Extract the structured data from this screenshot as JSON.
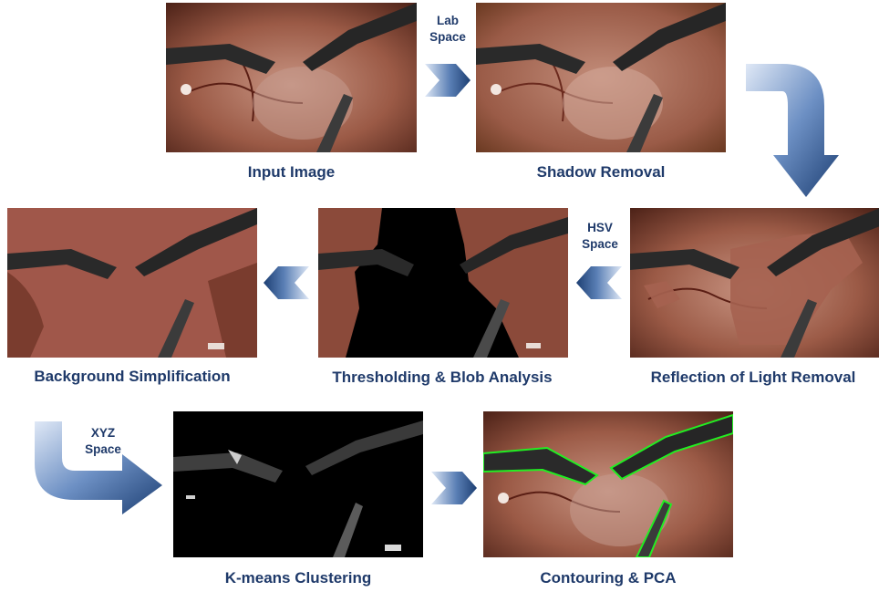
{
  "steps": [
    {
      "id": "input",
      "label": "Input Image"
    },
    {
      "id": "shadow",
      "label": "Shadow Removal"
    },
    {
      "id": "reflection",
      "label": "Reflection of Light Removal"
    },
    {
      "id": "threshold",
      "label": "Thresholding & Blob Analysis"
    },
    {
      "id": "background",
      "label": "Background Simplification"
    },
    {
      "id": "kmeans",
      "label": "K-means Clustering"
    },
    {
      "id": "contour",
      "label": "Contouring & PCA"
    }
  ],
  "color_spaces": {
    "lab": {
      "line1": "Lab",
      "line2": "Space"
    },
    "hsv": {
      "line1": "HSV",
      "line2": "Space"
    },
    "xyz": {
      "line1": "XYZ",
      "line2": "Space"
    }
  },
  "colors": {
    "label_text": "#1f3a6a",
    "arrow_dark": "#1d3f73",
    "arrow_light": "#c6d6ee",
    "tissue": "#8a4a3a",
    "simplified_background": "#a0574a",
    "contour": "#22ee22"
  }
}
